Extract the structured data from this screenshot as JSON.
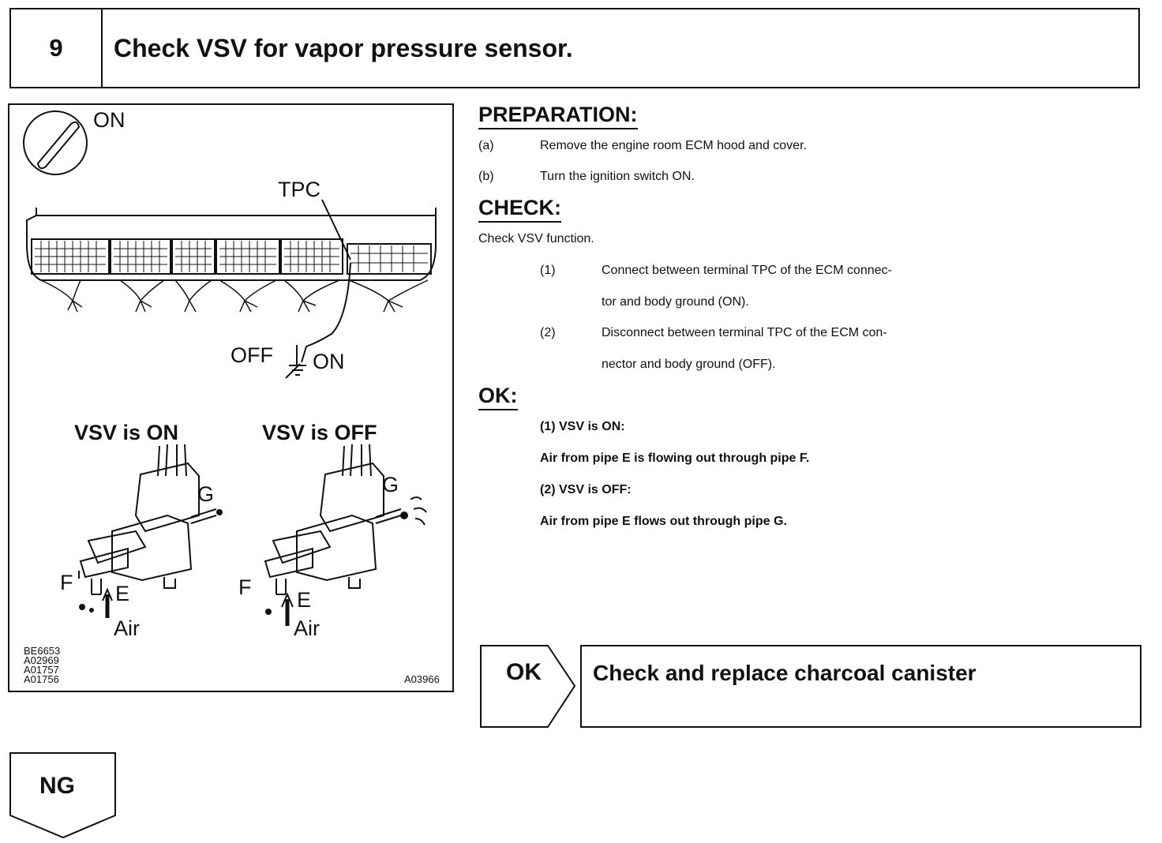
{
  "step": {
    "number": "9",
    "title": "Check VSV for vapor pressure sensor."
  },
  "figure": {
    "ignition_label": "ON",
    "tpc_label": "TPC",
    "off_label": "OFF",
    "on_label": "ON",
    "vsv_on_title": "VSV is ON",
    "vsv_off_title": "VSV is OFF",
    "pipe_g": "G",
    "pipe_f": "F",
    "pipe_e": "E",
    "air": "Air",
    "codes": [
      "BE6653",
      "A02969",
      "A01757",
      "A01756"
    ],
    "figure_code": "A03966"
  },
  "instructions": {
    "preparation_heading": "PREPARATION:",
    "prep_a_marker": "(a)",
    "prep_a_text": "Remove the engine room ECM hood and cover.",
    "prep_b_marker": "(b)",
    "prep_b_text": "Turn the ignition switch ON.",
    "check_heading": "CHECK:",
    "check_intro": "Check VSV function.",
    "check_1_marker": "(1)",
    "check_1_line1": "Connect between terminal TPC of the ECM connec-",
    "check_1_line2": "tor and body ground (ON).",
    "check_2_marker": "(2)",
    "check_2_line1": "Disconnect between terminal TPC of the ECM con-",
    "check_2_line2": "nector and body ground (OFF).",
    "ok_heading": "OK:",
    "ok_1_title": "(1) VSV is ON:",
    "ok_1_text": "Air from pipe E is flowing out through pipe F.",
    "ok_2_title": "(2) VSV is OFF:",
    "ok_2_text": "Air from pipe E flows out through pipe G."
  },
  "results": {
    "ok_label": "OK",
    "ok_text": "Check and replace charcoal canister",
    "ng_label": "NG"
  }
}
